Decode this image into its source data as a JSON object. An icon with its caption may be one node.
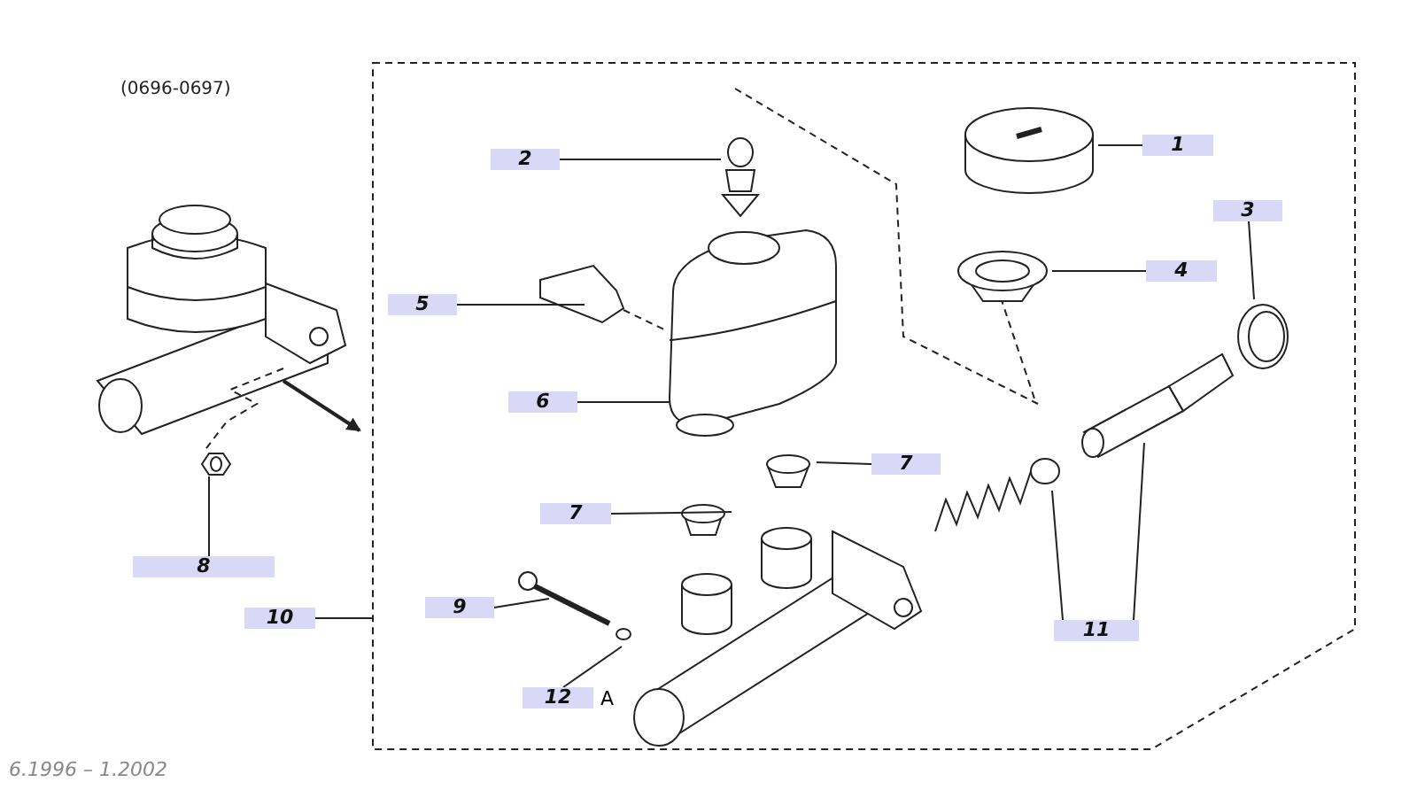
{
  "diagram": {
    "nodes": [
      {
        "text": [],
        "shape": "box"
      },
      {
        "text": [
          "1"
        ],
        "in": 0
      },
      {
        "text": [
          "2"
        ],
        "in": 0
      },
      {
        "text": [
          "3"
        ],
        "in": 0
      },
      {
        "text": [
          "4"
        ],
        "in": 0
      },
      {
        "text": [
          "5"
        ],
        "in": 0
      },
      {
        "text": [
          "6"
        ],
        "in": 0
      },
      {
        "text": [
          "7"
        ],
        "in": 0
      },
      {
        "text": [
          "7"
        ],
        "in": 0
      },
      {
        "text": [
          "8"
        ]
      },
      {
        "text": [
          "9"
        ],
        "in": 0
      },
      {
        "text": [
          "10"
        ]
      },
      {
        "text": [
          "11"
        ],
        "in": 0
      },
      {
        "text": [
          "12"
        ],
        "in": 0,
        "beside": [
          "A"
        ]
      },
      {
        "text": [],
        "shape": "picture"
      }
    ],
    "edges": [
      {
        "from": 1,
        "to": null,
        "arrow": "none"
      },
      {
        "from": 2,
        "to": null,
        "arrow": "none"
      },
      {
        "from": 3,
        "to": null,
        "arrow": "none"
      },
      {
        "from": 4,
        "to": null,
        "arrow": "none"
      },
      {
        "from": 5,
        "to": null,
        "arrow": "none"
      },
      {
        "from": 6,
        "to": null,
        "arrow": "none"
      },
      {
        "from": 7,
        "to": null,
        "arrow": "none"
      },
      {
        "from": 8,
        "to": null,
        "arrow": "none"
      },
      {
        "from": 9,
        "to": 14,
        "arrow": "none"
      },
      {
        "from": 10,
        "to": null,
        "arrow": "none"
      },
      {
        "from": 11,
        "to": 0,
        "arrow": "none"
      },
      {
        "from": 12,
        "to": null,
        "arrow": "none"
      },
      {
        "from": 12,
        "to": null,
        "arrow": "none"
      },
      {
        "from": 13,
        "to": null,
        "arrow": "none"
      }
    ],
    "labels": [
      "(0696-0697)",
      "6.1996 – 1.2002"
    ]
  }
}
